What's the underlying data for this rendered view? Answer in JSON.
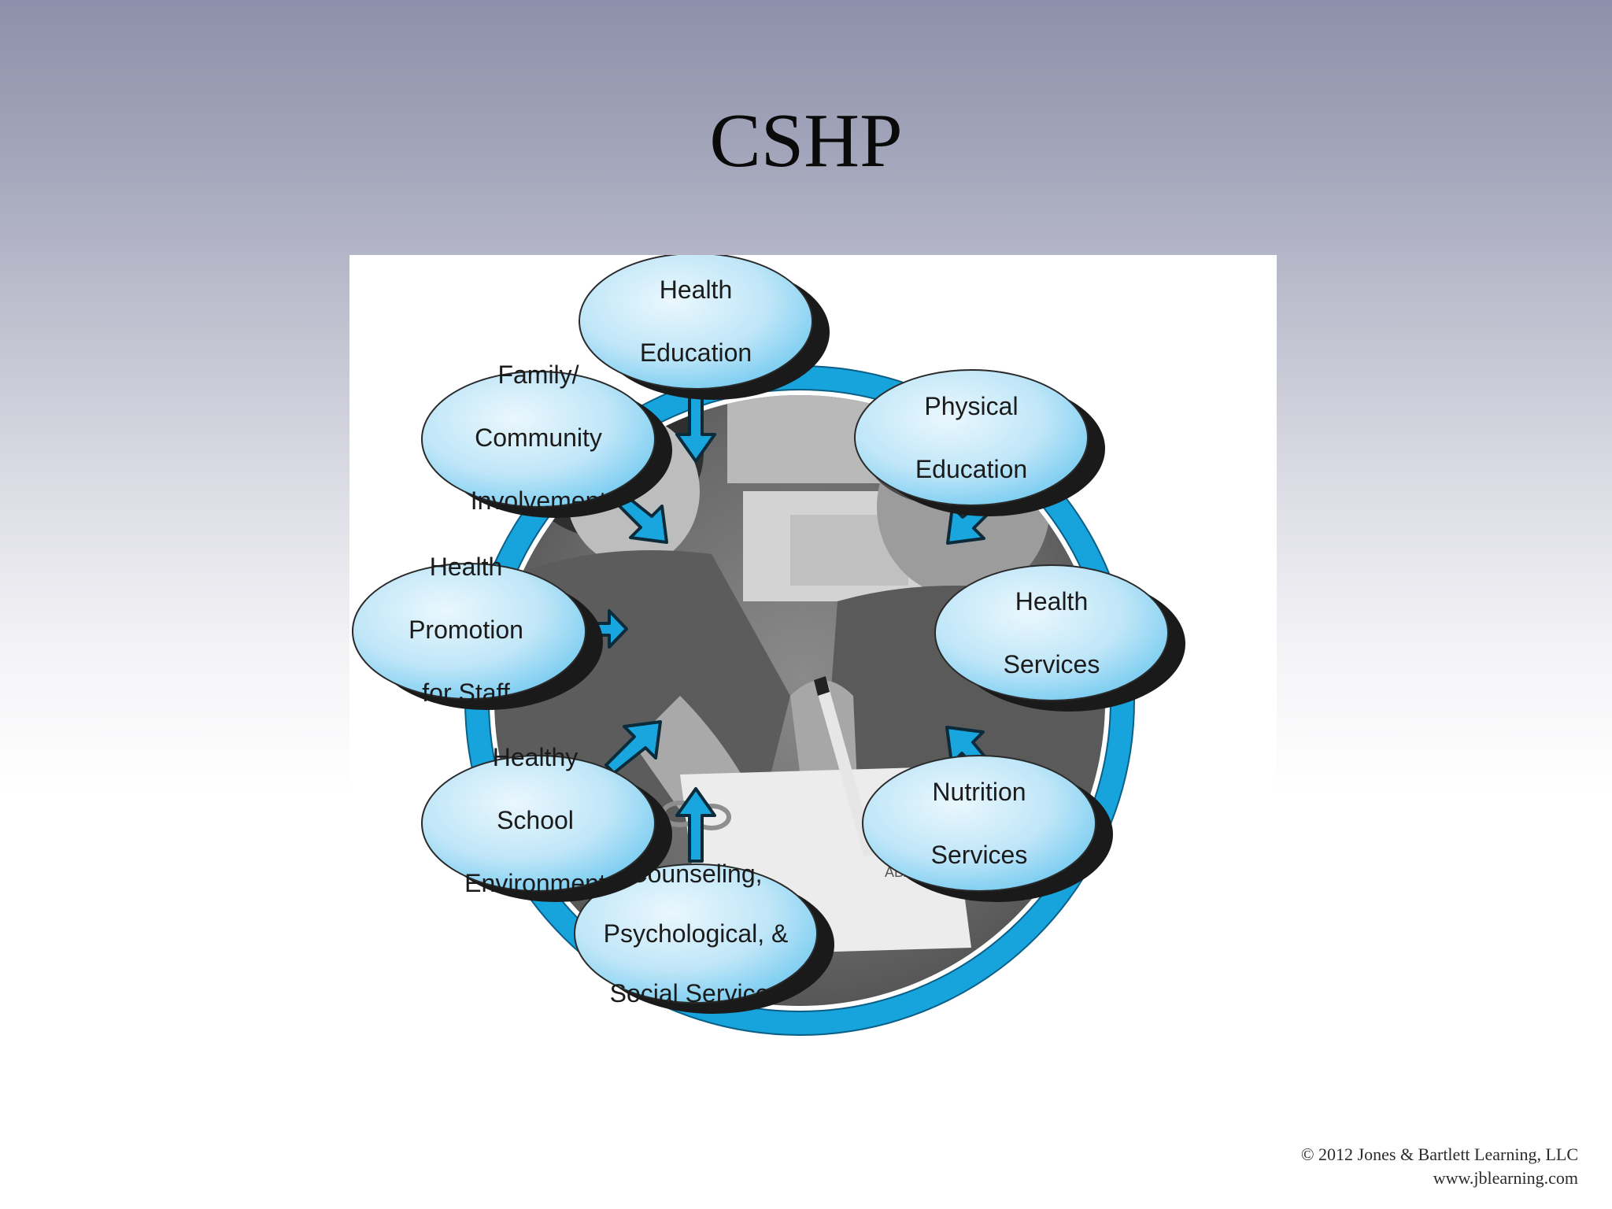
{
  "slide": {
    "title": "CSHP"
  },
  "diagram": {
    "center_photo": "photo-children-writing",
    "colors": {
      "ring": "#17a3dc",
      "arrow": "#19a6de",
      "bubble_light": "#eaf7fd",
      "bubble_dark": "#6cc7ef",
      "shadow": "#1a1a1a"
    },
    "components": [
      {
        "id": "health-education",
        "lines": [
          "Health",
          "Education"
        ]
      },
      {
        "id": "physical-education",
        "lines": [
          "Physical",
          "Education"
        ]
      },
      {
        "id": "health-services",
        "lines": [
          "Health",
          "Services"
        ]
      },
      {
        "id": "nutrition-services",
        "lines": [
          "Nutrition",
          "Services"
        ]
      },
      {
        "id": "counseling-services",
        "lines": [
          "Counseling,",
          "Psychological, &",
          "Social Services"
        ]
      },
      {
        "id": "healthy-school-environment",
        "lines": [
          "Healthy",
          "School",
          "Environment"
        ]
      },
      {
        "id": "health-promotion-staff",
        "lines": [
          "Health",
          "Promotion",
          "for Staff"
        ]
      },
      {
        "id": "family-community",
        "lines": [
          "Family/",
          "Community",
          "Involvement"
        ]
      }
    ]
  },
  "footer": {
    "copyright_line1": "© 2012 Jones & Bartlett Learning, LLC",
    "copyright_line2": "www.jblearning.com"
  }
}
